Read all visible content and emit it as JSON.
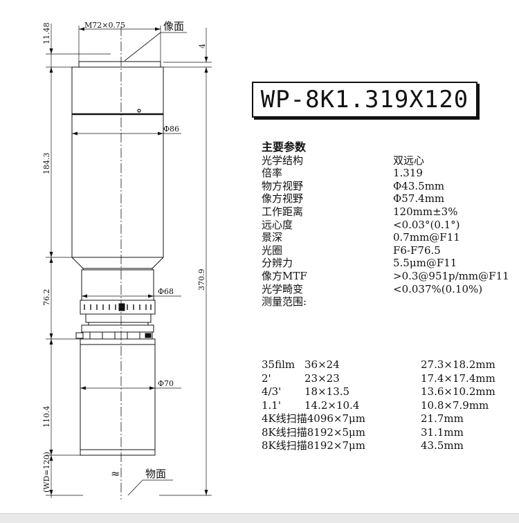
{
  "drawing": {
    "thread_label": "M72×0.75",
    "image_plane_label": "像面",
    "object_plane_label": "物面",
    "dim_top": "11.48",
    "dim_right_small": "4",
    "dim_upper_body": "184.3",
    "dim_mid": "76.2",
    "dim_lower": "110.4",
    "dim_wd": "(WD=120)",
    "dim_total": "370.9",
    "dia_86": "Φ86",
    "dia_68": "Φ68",
    "dia_70": "Φ70",
    "break_symbol": "≈"
  },
  "model": "WP-8K1.319X120",
  "specs": {
    "heading": "主要参数",
    "rows": [
      {
        "key": "光学结构",
        "value": "双远心"
      },
      {
        "key": "倍率",
        "value": "1.319"
      },
      {
        "key": "物方视野",
        "value": "Φ43.5mm"
      },
      {
        "key": "像方视野",
        "value": "Φ57.4mm"
      },
      {
        "key": "工作距离",
        "value": "120mm±3%"
      },
      {
        "key": "远心度",
        "value": "<0.03°(0.1°)"
      },
      {
        "key": "景深",
        "value": "0.7mm@F11"
      },
      {
        "key": "光圈",
        "value": "F6-F76.5"
      },
      {
        "key": "分辨力",
        "value": "5.5μm@F11"
      },
      {
        "key": "像方MTF",
        "value": ">0.3@951p/mm@F11"
      },
      {
        "key": "光学畸变",
        "value": "<0.037%(0.10%)"
      }
    ],
    "measure_label": "测量范围:"
  },
  "formats": [
    {
      "name": "35film",
      "size": "36×24",
      "field": "27.3×18.2mm"
    },
    {
      "name": "2'",
      "size": "23×23",
      "field": "17.4×17.4mm"
    },
    {
      "name": "4/3'",
      "size": "18×13.5",
      "field": "13.6×10.2mm"
    },
    {
      "name": "1.1'",
      "size": "14.2×10.4",
      "field": "10.8×7.9mm"
    },
    {
      "name": "4K线扫描4096×7μm",
      "size": "",
      "field": "21.7mm"
    },
    {
      "name": "8K线扫描8192×5μm",
      "size": "",
      "field": "31.1mm"
    },
    {
      "name": "8K线扫描8192×7μm",
      "size": "",
      "field": "43.5mm"
    }
  ]
}
